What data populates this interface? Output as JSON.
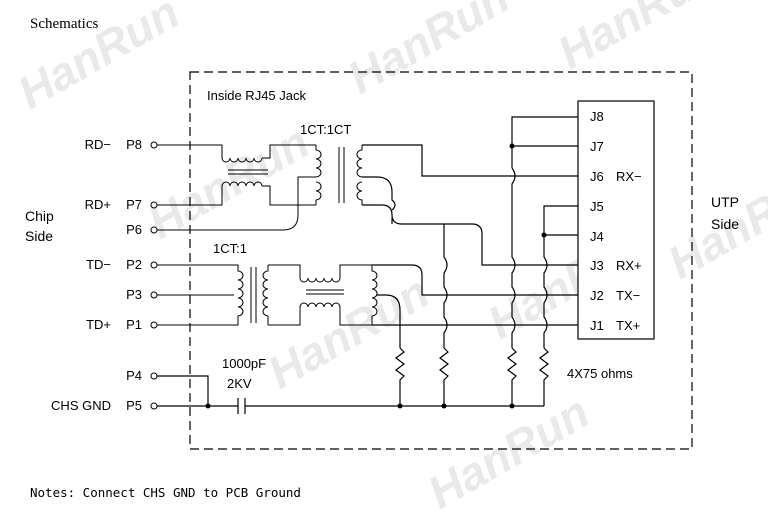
{
  "title": "Schematics",
  "box_label": "Inside RJ45 Jack",
  "chip_side": [
    "Chip",
    "Side"
  ],
  "utp_side": [
    "UTP",
    "Side"
  ],
  "left_pins": [
    {
      "name": "RD−",
      "pin": "P8"
    },
    {
      "name": "RD+",
      "pin": "P7"
    },
    {
      "name": "",
      "pin": "P6"
    },
    {
      "name": "TD−",
      "pin": "P2"
    },
    {
      "name": "",
      "pin": "P3"
    },
    {
      "name": "TD+",
      "pin": "P1"
    },
    {
      "name": "",
      "pin": "P4"
    },
    {
      "name": "CHS GND",
      "pin": "P5"
    }
  ],
  "jack_pins": [
    {
      "pin": "J8",
      "signal": ""
    },
    {
      "pin": "J7",
      "signal": ""
    },
    {
      "pin": "J6",
      "signal": "RX−"
    },
    {
      "pin": "J5",
      "signal": ""
    },
    {
      "pin": "J4",
      "signal": ""
    },
    {
      "pin": "J3",
      "signal": "RX+"
    },
    {
      "pin": "J2",
      "signal": "TX−"
    },
    {
      "pin": "J1",
      "signal": "TX+"
    }
  ],
  "rx_ratio": "1CT:1CT",
  "tx_ratio": "1CT:1",
  "capacitor": {
    "value": "1000pF",
    "voltage": "2KV"
  },
  "resistors": "4X75  ohms",
  "notes": "Notes: Connect CHS GND to PCB Ground",
  "watermark": "HanRun"
}
